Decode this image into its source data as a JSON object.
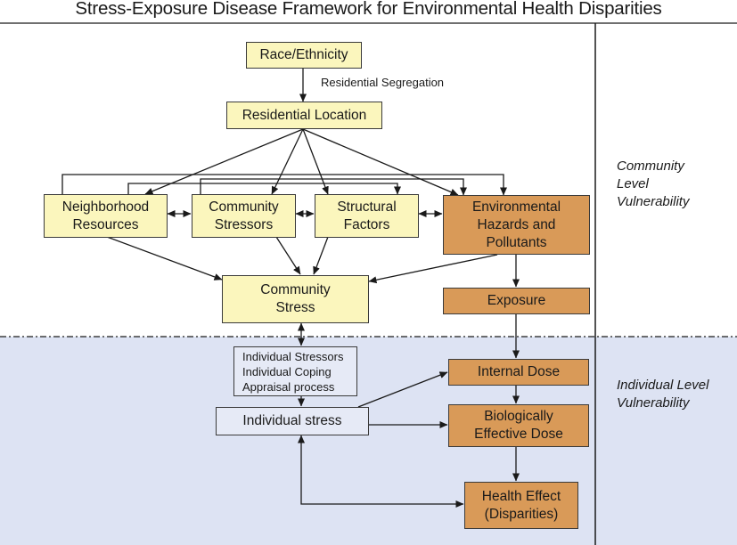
{
  "title": "Stress-Exposure Disease Framework for Environmental Health Disparities",
  "colors": {
    "community_box": "#fbf6bd",
    "exposure_box": "#d99a58",
    "individual_region": "#dde3f3",
    "line": "#1a1a1a"
  },
  "regions": {
    "community": "Community\nLevel\nVulnerability",
    "individual": "Individual Level\nVulnerability"
  },
  "nodes": {
    "race": "Race/Ethnicity",
    "residential_location": "Residential Location",
    "neighborhood_resources": "Neighborhood\nResources",
    "community_stressors": "Community\nStressors",
    "structural_factors": "Structural\nFactors",
    "env_hazards": "Environmental\nHazards and\nPollutants",
    "community_stress": "Community\nStress",
    "exposure": "Exposure",
    "individual_factors": "Individual Stressors\nIndividual Coping\nAppraisal process",
    "individual_stress": "Individual stress",
    "internal_dose": "Internal Dose",
    "bio_effective_dose": "Biologically\nEffective Dose",
    "health_effect": "Health Effect\n(Disparities)"
  },
  "edge_labels": {
    "segregation": "Residential Segregation"
  },
  "edges": [
    {
      "from": "race",
      "to": "residential_location",
      "label": "Residential Segregation"
    },
    {
      "from": "residential_location",
      "to": "neighborhood_resources"
    },
    {
      "from": "residential_location",
      "to": "community_stressors"
    },
    {
      "from": "residential_location",
      "to": "structural_factors"
    },
    {
      "from": "residential_location",
      "to": "env_hazards"
    },
    {
      "from": "neighborhood_resources",
      "to": "community_stressors",
      "bidirectional": true
    },
    {
      "from": "community_stressors",
      "to": "structural_factors",
      "bidirectional": true
    },
    {
      "from": "structural_factors",
      "to": "env_hazards",
      "bidirectional": true
    },
    {
      "from": "neighborhood_resources",
      "to": "env_hazards",
      "bidirectional": true
    },
    {
      "from": "community_stressors",
      "to": "structural_factors",
      "bidirectional": true,
      "routed": "top"
    },
    {
      "from": "neighborhood_resources",
      "to": "community_stress"
    },
    {
      "from": "community_stressors",
      "to": "community_stress"
    },
    {
      "from": "structural_factors",
      "to": "community_stress"
    },
    {
      "from": "env_hazards",
      "to": "community_stress"
    },
    {
      "from": "env_hazards",
      "to": "exposure"
    },
    {
      "from": "community_stress",
      "to": "individual_factors",
      "bidirectional": true
    },
    {
      "from": "individual_factors",
      "to": "individual_stress"
    },
    {
      "from": "exposure",
      "to": "internal_dose"
    },
    {
      "from": "individual_stress",
      "to": "internal_dose"
    },
    {
      "from": "individual_stress",
      "to": "bio_effective_dose"
    },
    {
      "from": "internal_dose",
      "to": "bio_effective_dose"
    },
    {
      "from": "bio_effective_dose",
      "to": "health_effect"
    },
    {
      "from": "individual_stress",
      "to": "health_effect",
      "bidirectional": true
    }
  ]
}
